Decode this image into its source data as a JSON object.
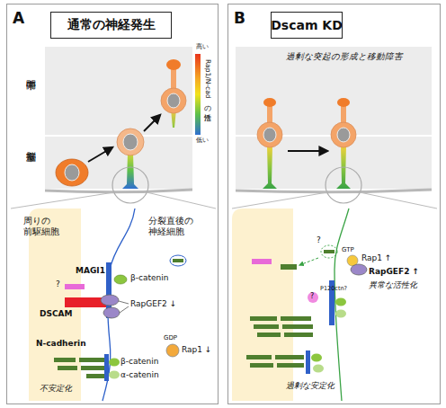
{
  "diagram": {
    "nodes": [
      {
        "text": [
          "A"
        ]
      },
      {
        "text": [
          "通常の神経発生"
        ],
        "in": 0
      },
      {
        "text": [
          "B"
        ]
      },
      {
        "text": [
          "Dscam KD"
        ],
        "in": 2
      }
    ],
    "labels": [
      "中間帯",
      "脳室帯",
      "Rap1/N-cad の活性",
      "高い",
      "低い",
      "周りの 前駆細胞",
      "分裂直後の 神経細胞",
      "?",
      "MAGI1",
      "β-catenin",
      "DSCAM",
      "RapGEF2 ↓",
      "GDP",
      "Rap1 ↓",
      "N-cadherin",
      "β-catenin",
      "α-catenin",
      "不安定化",
      "過剰な突起の形成と移動障害",
      "?",
      "GTP",
      "Rap1 ↑",
      "RapGEF2 ↑",
      "異常な活性化",
      "?",
      "P120ctn?",
      "過剰な安定化"
    ]
  }
}
